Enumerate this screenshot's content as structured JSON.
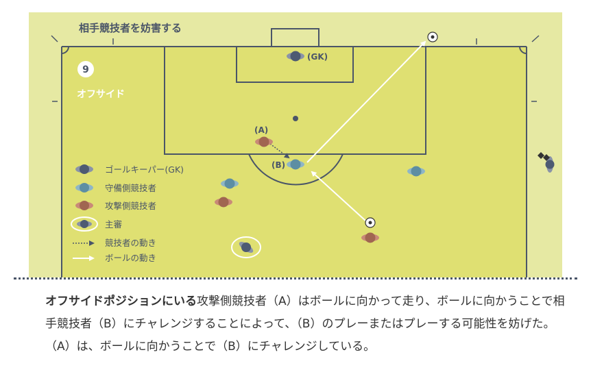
{
  "diagram": {
    "title": "相手競技者を妨害する",
    "number": "9",
    "subtitle": "オフサイド",
    "labels": {
      "gk": "(GK)",
      "a": "(A)",
      "b": "(B)"
    },
    "legend": [
      {
        "key": "goalkeeper",
        "label": "ゴールキーパー(GK)"
      },
      {
        "key": "defender",
        "label": "守備側競技者"
      },
      {
        "key": "attacker",
        "label": "攻撃側競技者"
      },
      {
        "key": "referee",
        "label": "主審"
      },
      {
        "key": "player-movement",
        "label": "競技者の動き"
      },
      {
        "key": "ball-movement",
        "label": "ボールの動き"
      }
    ]
  },
  "description": {
    "bold": "オフサイドポジションにいる",
    "text": "攻撃側競技者（A）はボールに向かって走り、ボールに向かうことで相手競技者（B）にチャレンジすることによって、（B）のプレーまたはプレーする可能性を妨げた。（A）は、ボールに向かうことで（B）にチャレンジしている。"
  },
  "colors": {
    "pitch": "#dfe072",
    "outer_field": "#e6e9a3",
    "line": "#4a5568",
    "goalkeeper": "#4d5a72",
    "defender": "#5d8ea3",
    "attacker": "#a06651",
    "head": "#c98a78"
  }
}
